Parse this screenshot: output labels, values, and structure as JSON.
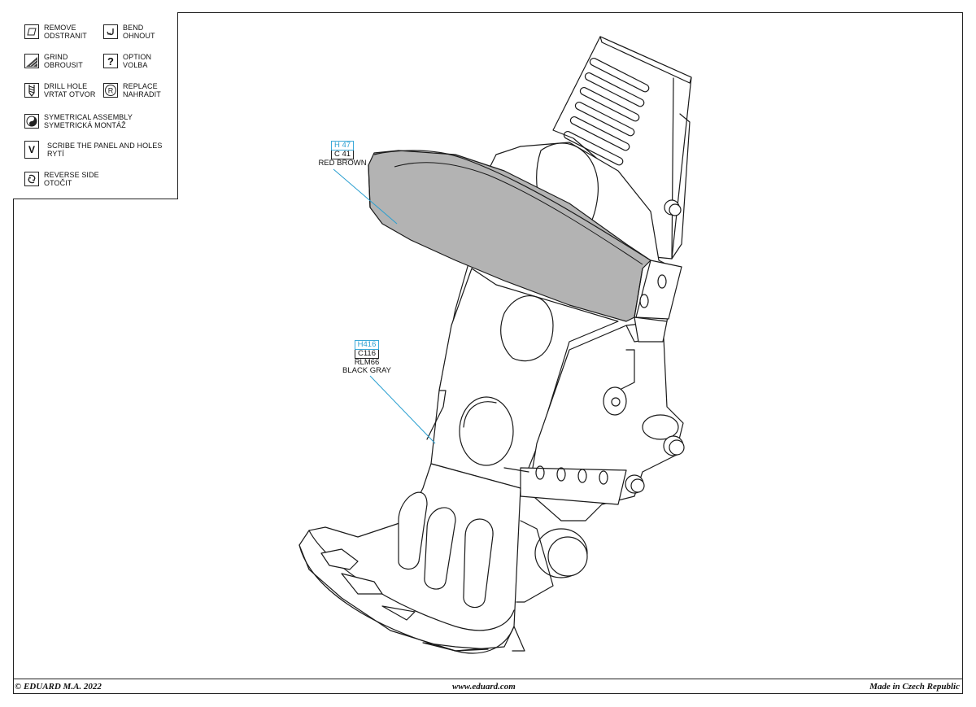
{
  "legend": {
    "items": [
      {
        "icon": "remove-icon",
        "line1": "REMOVE",
        "line2": "ODSTRANIT"
      },
      {
        "icon": "bend-icon",
        "line1": "BEND",
        "line2": "OHNOUT"
      },
      {
        "icon": "grind-icon",
        "line1": "GRIND",
        "line2": "OBROUSIT"
      },
      {
        "icon": "option-icon",
        "line1": "OPTION",
        "line2": "VOLBA"
      },
      {
        "icon": "drill-hole-icon",
        "line1": "DRILL HOLE",
        "line2": "VRTAT OTVOR"
      },
      {
        "icon": "replace-icon",
        "line1": "REPLACE",
        "line2": "NAHRADIT"
      },
      {
        "icon": "symmetrical-assembly-icon",
        "line1": "SYMETRICAL ASSEMBLY",
        "line2": "SYMETRICKÁ MONTÁŽ"
      },
      {
        "icon": "scribe-icon",
        "line1": "SCRIBE THE PANEL AND HOLES",
        "line2": "RYTÍ"
      },
      {
        "icon": "reverse-side-icon",
        "line1": "REVERSE SIDE",
        "line2": "OTOČIT"
      }
    ],
    "option_glyph": "?",
    "scribe_glyph": "V",
    "replace_glyph": "R"
  },
  "callouts": {
    "red_brown": {
      "code1": "H 47",
      "code2": "C 41",
      "name": "RED BROWN"
    },
    "black_gray": {
      "code1": "H416",
      "code2": "C116",
      "name1": "RLM66",
      "name2": "BLACK GRAY"
    }
  },
  "colors": {
    "callout_blue": "#2a9fd0",
    "band_fill": "#b3b3b3",
    "line": "#1a1a1a"
  },
  "footer": {
    "left": "© EDUARD  M.A. 2022",
    "center": "www.eduard.com",
    "right": "Made in Czech Republic"
  }
}
